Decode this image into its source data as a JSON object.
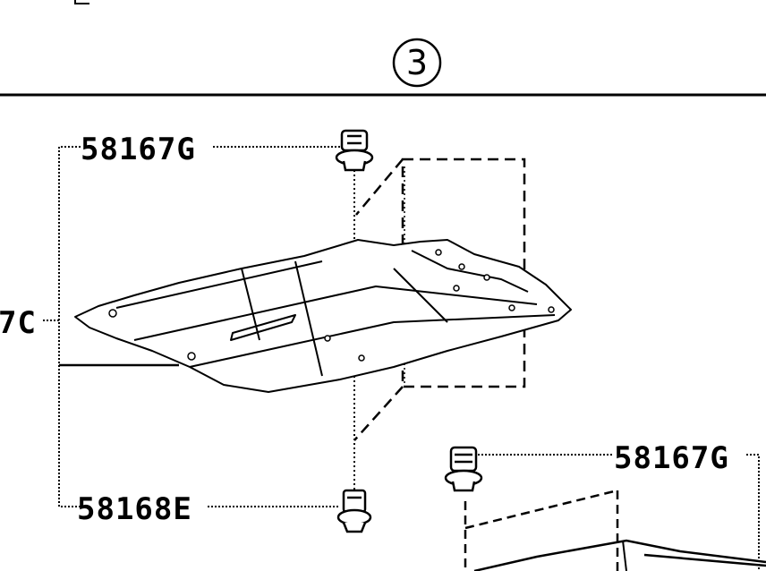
{
  "section": {
    "number": "3"
  },
  "labels": {
    "part_top": "58167G",
    "part_bottom": "58168E",
    "part_right": "58167G",
    "part_left_partial": "7C"
  },
  "colors": {
    "ink": "#000000",
    "background": "#ffffff"
  }
}
